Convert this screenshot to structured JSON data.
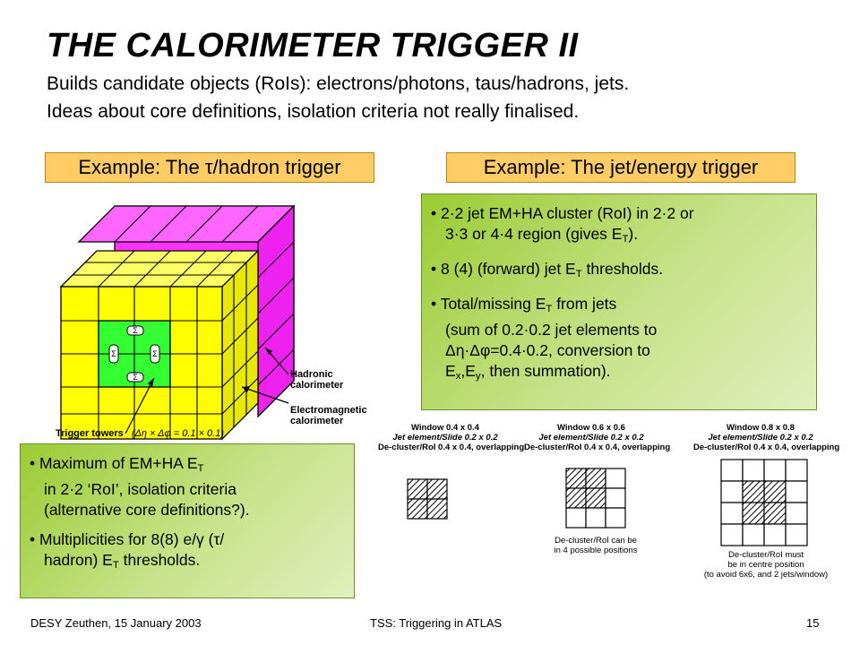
{
  "slide": {
    "title": "THE CALORIMETER TRIGGER II",
    "intro_line1": "Builds candidate objects (RoIs): electrons/photons, taus/hadrons, jets.",
    "intro_line2": "Ideas about core definitions, isolation criteria not really finalised."
  },
  "left_panel": {
    "heading_prefix": "Example: The ",
    "heading_symbol": "τ",
    "heading_suffix": "/hadron trigger",
    "figure": {
      "hadronic_label_1": "Hadronic",
      "hadronic_label_2": "calorimeter",
      "em_label_1": "Electromagnetic",
      "em_label_2": "calorimeter",
      "towers_label": "Trigger towers",
      "towers_formula": "(Δη × Δφ = 0.1 × 0.1)",
      "sigma": "Σ"
    },
    "bullets": {
      "b1_l1_a": "Maximum of EM+HA E",
      "b1_l1_sub": "T",
      "b1_l2": "in 2·2 ‘RoI’, isolation criteria",
      "b1_l3": "(alternative core definitions?).",
      "b2_l1": "Multiplicities for 8(8) e/γ (τ/",
      "b2_l2_a": "hadron) E",
      "b2_l2_sub": "T",
      "b2_l2_b": " thresholds."
    }
  },
  "right_panel": {
    "heading": "Example: The jet/energy trigger",
    "bullets": {
      "b1_l1": "2·2 jet EM+HA cluster (RoI) in 2·2 or",
      "b1_l2_a": "3·3 or 4·4 region (gives E",
      "b1_l2_sub": "T",
      "b1_l2_b": ").",
      "b2_a": "8 (4) (forward) jet E",
      "b2_sub": "T",
      "b2_b": " thresholds.",
      "b3_l1_a": "Total/missing E",
      "b3_l1_sub": "T",
      "b3_l1_b": " from jets",
      "b3_l2": "(sum of 0.2·0.2 jet elements to",
      "b3_l3": "Δη·Δφ=0.4·0.2, conversion to",
      "b3_l4_a": "E",
      "b3_l4_sub1": "x",
      "b3_l4_mid": ",E",
      "b3_l4_sub2": "y",
      "b3_l4_b": ", then summation)."
    },
    "windows": [
      {
        "title": "Window 0.4 x 0.4",
        "slide": "Jet element/Slide 0.2 x 0.2",
        "decluster": "De-cluster/RoI 0.4 x 0.4, overlapping",
        "note1": "",
        "note2": "",
        "note3": ""
      },
      {
        "title": "Window 0.6 x 0.6",
        "slide": "Jet element/Slide 0.2 x 0.2",
        "decluster": "De-cluster/RoI 0.4 x 0.4, overlapping",
        "note1": "De-cluster/RoI can be",
        "note2": "in 4 possible positions",
        "note3": ""
      },
      {
        "title": "Window 0.8 x 0.8",
        "slide": "Jet element/Slide 0.2 x 0.2",
        "decluster": "De-cluster/RoI 0.4 x 0.4, overlapping",
        "note1": "De-cluster/RoI must",
        "note2": "be in centre position",
        "note3": "(to avoid 6x6, and 2 jets/window)"
      }
    ]
  },
  "footer": {
    "left": "DESY Zeuthen, 15 January 2003",
    "center": "TSS: Triggering in ATLAS",
    "page": "15"
  },
  "colors": {
    "tag_bg": "#ffcc66",
    "green_box": "#99cc33",
    "cube_em": "#ffff00",
    "cube_had": "#ff33ff",
    "core": "#33ff33"
  }
}
